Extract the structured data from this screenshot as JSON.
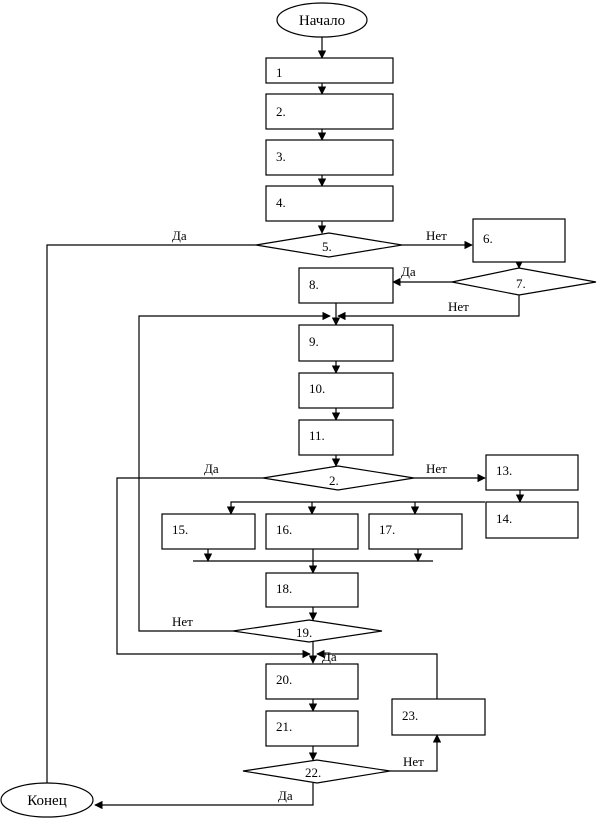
{
  "flowchart": {
    "start_label": "Начало",
    "end_label": "Конец",
    "yes": "Да",
    "no": "Нет",
    "nodes": {
      "n1": "1",
      "n2": "2.",
      "n3": "3.",
      "n4": "4.",
      "d5": "5.",
      "n6": "6.",
      "d7": "7.",
      "n8": "8.",
      "n9": "9.",
      "n10": "10.",
      "n11": "11.",
      "d2b": "2.",
      "n13": "13.",
      "n14": "14.",
      "n15": "15.",
      "n16": "16.",
      "n17": "17.",
      "n18": "18.",
      "d19": "19.",
      "n20": "20.",
      "n21": "21.",
      "d22": "22.",
      "n23": "23."
    }
  }
}
